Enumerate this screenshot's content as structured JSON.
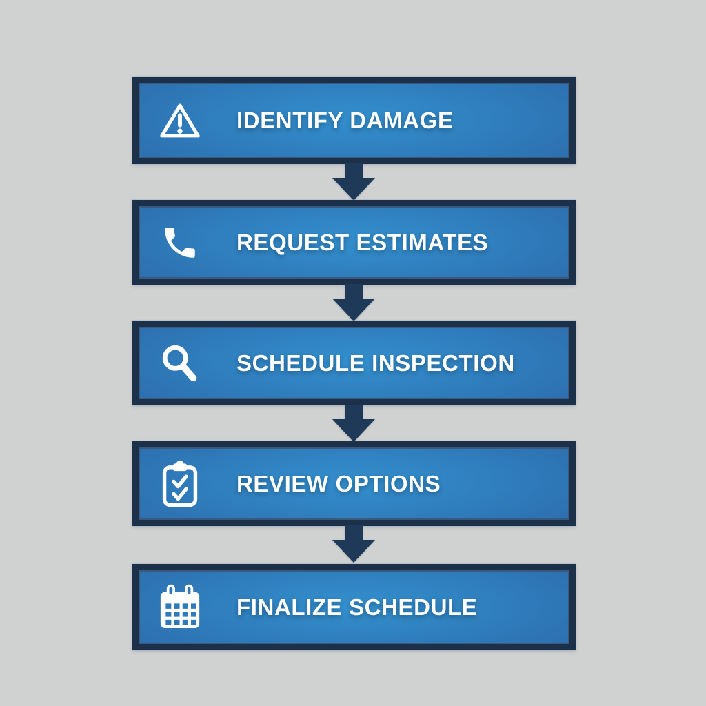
{
  "colors": {
    "background": "#d0d1d1",
    "box_border": "#1c3149",
    "box_fill_center": "#3390cd",
    "box_fill_edge": "#2b5f9d",
    "arrow": "#1f3a58",
    "text": "#ffffff"
  },
  "steps": [
    {
      "label": "IDENTIFY DAMAGE",
      "icon": "warning-triangle-icon"
    },
    {
      "label": "REQUEST ESTIMATES",
      "icon": "phone-icon"
    },
    {
      "label": "SCHEDULE INSPECTION",
      "icon": "search-icon"
    },
    {
      "label": "REVIEW OPTIONS",
      "icon": "clipboard-checklist-icon"
    },
    {
      "label": "FINALIZE SCHEDULE",
      "icon": "calendar-icon"
    }
  ]
}
